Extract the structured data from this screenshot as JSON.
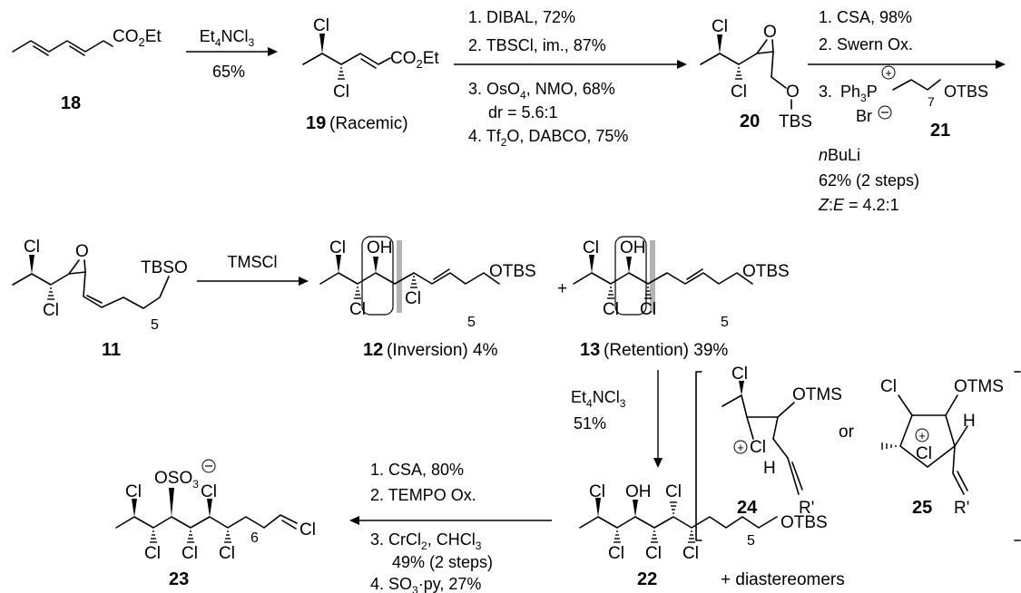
{
  "compounds": {
    "c18": "18",
    "c19": "19",
    "c19_note": "(Racemic)",
    "c20": "20",
    "c21": "21",
    "c11": "11",
    "c12": "12",
    "c12_note": "(Inversion) 4%",
    "c13": "13",
    "c13_note": "(Retention) 39%",
    "c22": "22",
    "c22_note": "+ diastereomers",
    "c23": "23",
    "c24": "24",
    "c25": "25"
  },
  "reagents": {
    "step1_top": "Et4NCl3",
    "step1_bottom": "65%",
    "step2_lines": [
      "1. DIBAL, 72%",
      "2. TBSCl, im., 87%",
      "3. OsO4, NMO, 68%",
      "dr = 5.6:1",
      "4. Tf2O, DABCO, 75%"
    ],
    "step3_lines": [
      "1. CSA, 98%",
      "2. Swern Ox.",
      "3.",
      "nBuLi",
      "62% (2 steps)",
      "Z:E = 4.2:1"
    ],
    "step4": "TMSCl",
    "step5_top": "Et4NCl3",
    "step5_bottom": "51%",
    "step6_lines": [
      "1. CSA, 80%",
      "2. TEMPO Ox.",
      "3. CrCl2, CHCl3",
      "49% (2 steps)",
      "4. SO3·py, 27%"
    ],
    "or": "or"
  },
  "atoms": {
    "Cl": "Cl",
    "O": "O",
    "OH": "OH",
    "H": "H",
    "TBS": "TBS",
    "OTBS": "OTBS",
    "TBSO": "TBSO",
    "OTMS": "OTMS",
    "R": "R'",
    "Br": "Br",
    "PPh3": "Ph3P",
    "CO2Et": "CO2Et",
    "OSO3": "OSO3",
    "n5": "5",
    "n6": "6",
    "n7": "7"
  }
}
